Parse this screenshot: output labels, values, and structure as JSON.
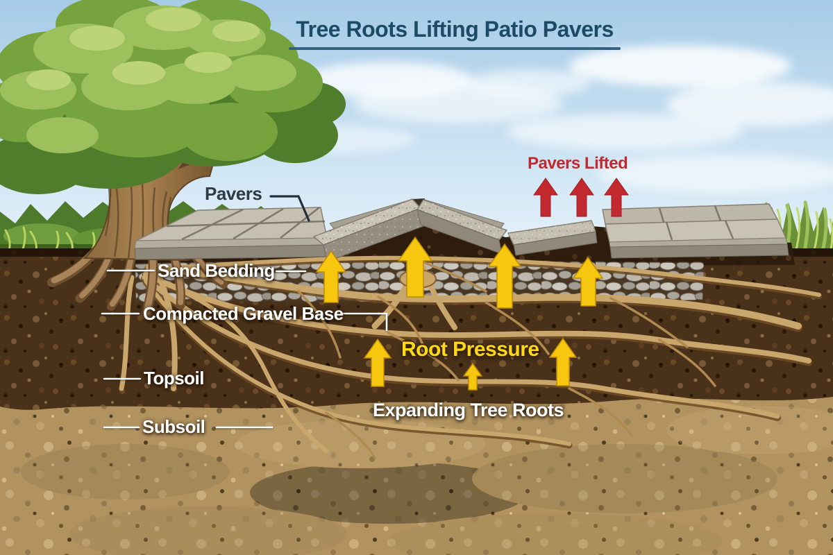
{
  "title": "Tree Roots Lifting Patio Pavers",
  "layer_labels": {
    "pavers": "Pavers",
    "sand_bedding": "Sand Bedding",
    "compacted_gravel_base": "Compacted Gravel Base",
    "topsoil": "Topsoil",
    "subsoil": "Subsoil"
  },
  "annotations": {
    "pavers_lifted": "Pavers Lifted",
    "root_pressure": "Root Pressure",
    "expanding_tree_roots": "Expanding Tree Roots"
  },
  "arrows": {
    "yellow_pressure_arrow_count": 7,
    "red_lifted_arrow_count": 3,
    "direction": "up"
  },
  "colors": {
    "title-navy": "#1d4b66",
    "pavers-label-dark": "#2e3a46",
    "lifted-red": "#c2292e",
    "pressure-yellow": "#f7c60e",
    "root-pressure-yellow": "#ffd919",
    "label-white": "#ffffff"
  }
}
